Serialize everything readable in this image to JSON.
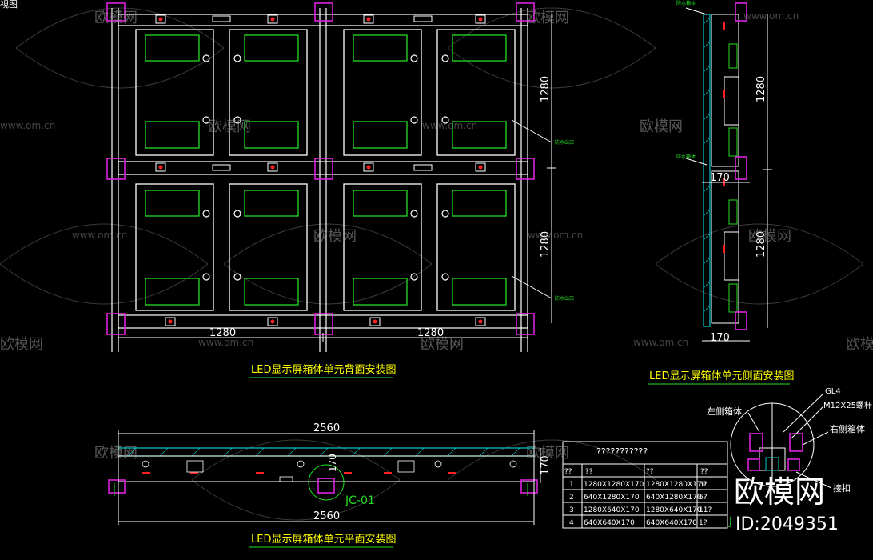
{
  "corner_label": "視图",
  "views": {
    "front": {
      "title": "LED显示屏箱体单元背面安装图",
      "width_label_left": "1280",
      "width_label_right": "1280",
      "height_label_top": "1280",
      "height_label_bottom": "1280",
      "callout_top": "防水出口",
      "callout_bottom": "防水出口"
    },
    "side": {
      "title": "LED显示屏箱体单元侧面安装图",
      "height_label_top": "1280",
      "height_label_bottom": "1280",
      "depth_label_mid": "170",
      "depth_label_bottom": "170",
      "callout_top": "防水箱体",
      "callout_mid": "防水箱体"
    },
    "plan": {
      "title": "LED显示屏箱体单元平面安装图",
      "width_label_top": "2560",
      "width_label_bottom": "2560",
      "depth_label": "170",
      "detail_ref": "JC-01",
      "depth_label_inner": "170"
    },
    "detail": {
      "label_gl4": "GL4",
      "label_bolt": "M12X25螺杆",
      "label_left_box": "左侧箱体",
      "label_right_box": "右侧箱体",
      "label_clip": "接扣",
      "label_ref": "J"
    }
  },
  "spec_table": {
    "title": "???????????",
    "headers": [
      "??",
      "??",
      "??",
      "??"
    ],
    "rows": [
      [
        "1",
        "1280X1280X170",
        "1280X1280X170",
        "6?"
      ],
      [
        "2",
        "640X1280X170",
        "640X1280X170",
        "6?"
      ],
      [
        "3",
        "1280X640X170",
        "1280X640X170",
        "11?"
      ],
      [
        "4",
        "640X640X170",
        "640X640X170",
        "1?"
      ]
    ]
  },
  "watermarks": {
    "brand": "欧模网",
    "url": "www.om.cn",
    "brand_large": "欧模网",
    "id_label": "ID:2049351"
  },
  "colors": {
    "background": "#000000",
    "frame": "#ffffff",
    "panel": "#22dd22",
    "dimension": "#ffff00",
    "bracket": "#dd22dd",
    "hatch": "#00cccc",
    "marker": "#ff2222"
  }
}
